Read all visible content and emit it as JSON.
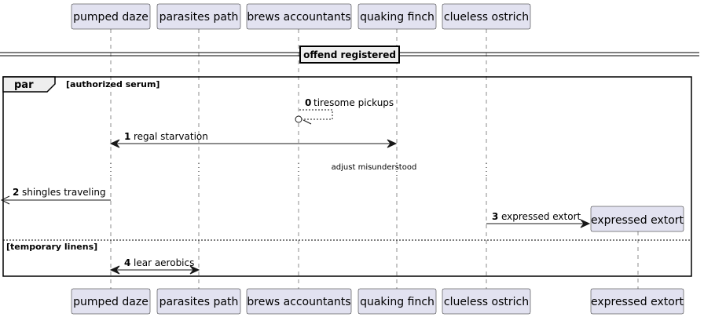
{
  "participants": [
    {
      "id": "p1",
      "label": "pumped daze"
    },
    {
      "id": "p2",
      "label": "parasites path"
    },
    {
      "id": "p3",
      "label": "brews accountants"
    },
    {
      "id": "p4",
      "label": "quaking finch"
    },
    {
      "id": "p5",
      "label": "clueless ostrich"
    },
    {
      "id": "p6",
      "label": "expressed extort"
    }
  ],
  "divider": {
    "label": "offend registered"
  },
  "group": {
    "keyword": "par",
    "guard1": "[authorized serum]",
    "guard2": "[temporary linens]"
  },
  "messages": [
    {
      "num": "0",
      "text": "tiresome pickups"
    },
    {
      "num": "1",
      "text": "regal starvation"
    },
    {
      "num": "2",
      "text": "shingles traveling"
    },
    {
      "num": "3",
      "text": "expressed extort"
    },
    {
      "num": "4",
      "text": "lear aerobics"
    }
  ],
  "delay_note": "adjust misunderstood",
  "colors": {
    "participant_fill": "#E2E2F0",
    "line": "#181818",
    "frame_tab": "#EEEEEE"
  }
}
